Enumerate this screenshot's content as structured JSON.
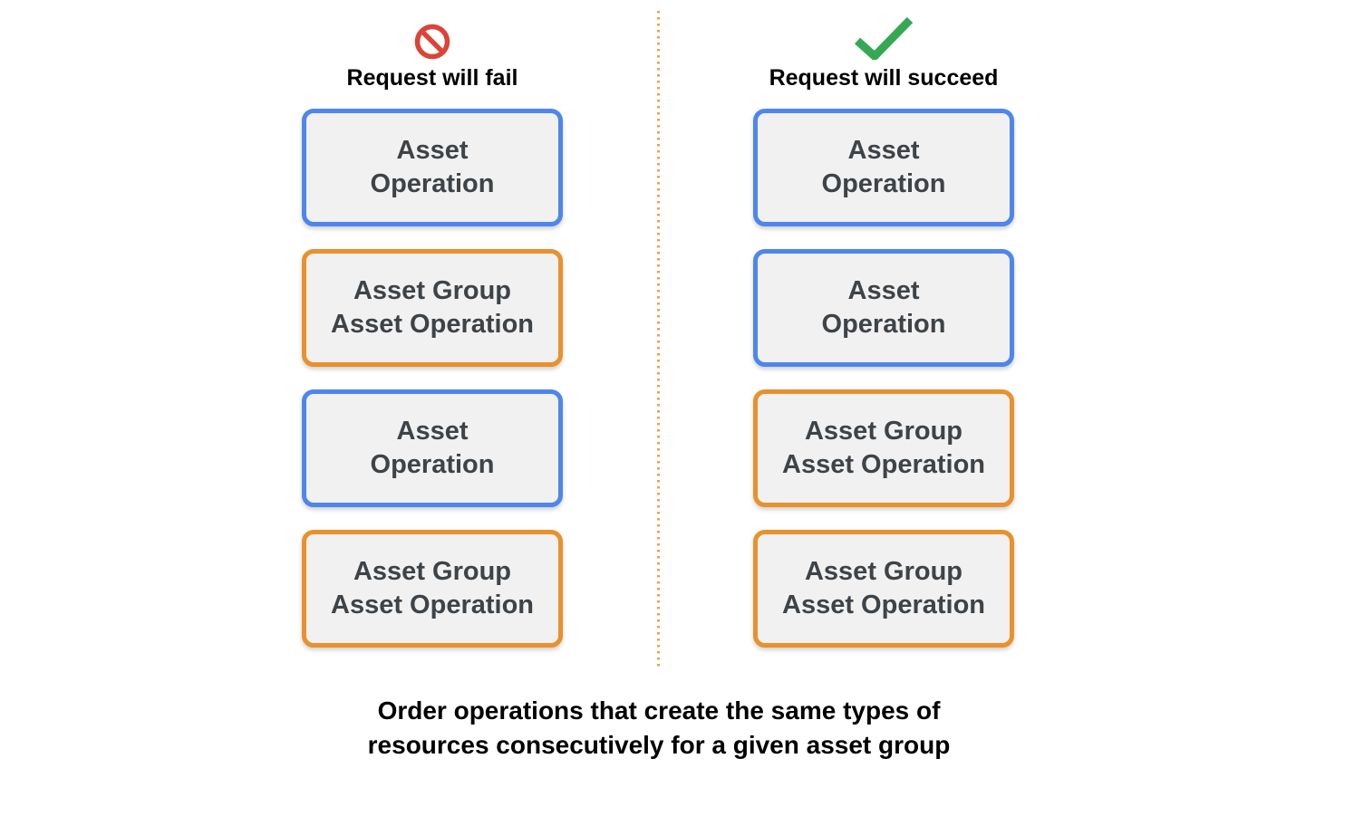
{
  "colors": {
    "blue_border": "#4E86EC",
    "orange_border": "#E8912D",
    "box_fill": "#F1F1F2",
    "box_text": "#3E4347",
    "heading_text": "#000000",
    "fail_icon_red": "#DB4437",
    "success_icon_green": "#34A853",
    "divider_orange": "#ECA24F"
  },
  "columns": [
    {
      "id": "fail",
      "icon": "prohibition-icon",
      "title": "Request will fail",
      "boxes": [
        {
          "style": "blue",
          "lines": [
            "Asset",
            "Operation"
          ]
        },
        {
          "style": "orange",
          "lines": [
            "Asset Group",
            "Asset Operation"
          ]
        },
        {
          "style": "blue",
          "lines": [
            "Asset",
            "Operation"
          ]
        },
        {
          "style": "orange",
          "lines": [
            "Asset Group",
            "Asset Operation"
          ]
        }
      ]
    },
    {
      "id": "succeed",
      "icon": "checkmark-icon",
      "title": "Request will succeed",
      "boxes": [
        {
          "style": "blue",
          "lines": [
            "Asset",
            "Operation"
          ]
        },
        {
          "style": "blue",
          "lines": [
            "Asset",
            "Operation"
          ]
        },
        {
          "style": "orange",
          "lines": [
            "Asset Group",
            "Asset Operation"
          ]
        },
        {
          "style": "orange",
          "lines": [
            "Asset Group",
            "Asset Operation"
          ]
        }
      ]
    }
  ],
  "caption": {
    "lines": [
      "Order operations that create the same types of",
      "resources consecutively for a given asset group"
    ]
  }
}
